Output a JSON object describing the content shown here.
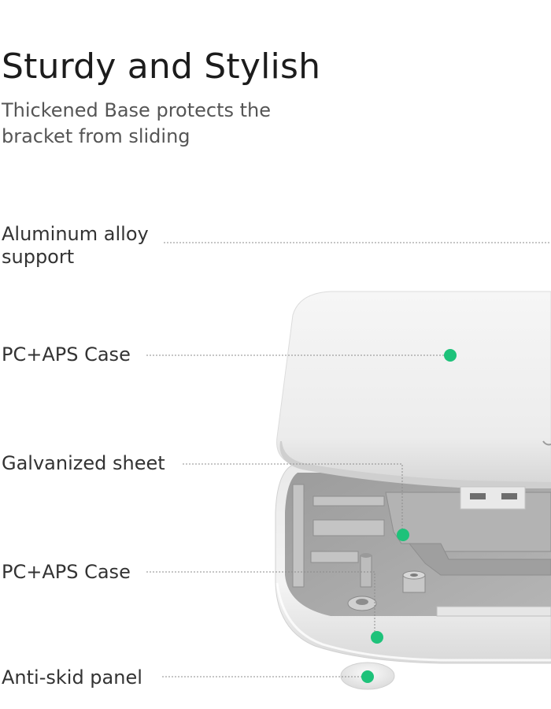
{
  "header": {
    "title": "Sturdy and Stylish",
    "subtitle": "Thickened Base protects the bracket from sliding"
  },
  "callouts": [
    {
      "label": "Aluminum alloy support"
    },
    {
      "label": "PC+APS Case"
    },
    {
      "label": "Galvanized sheet"
    },
    {
      "label": "PC+APS Case"
    },
    {
      "label": "Anti-skid panel"
    }
  ],
  "colors": {
    "marker": "#1ec27a",
    "leader_line": "#8c8c8c",
    "case_white": "#f3f3f3",
    "inner_gray": "#a8a8a8"
  }
}
